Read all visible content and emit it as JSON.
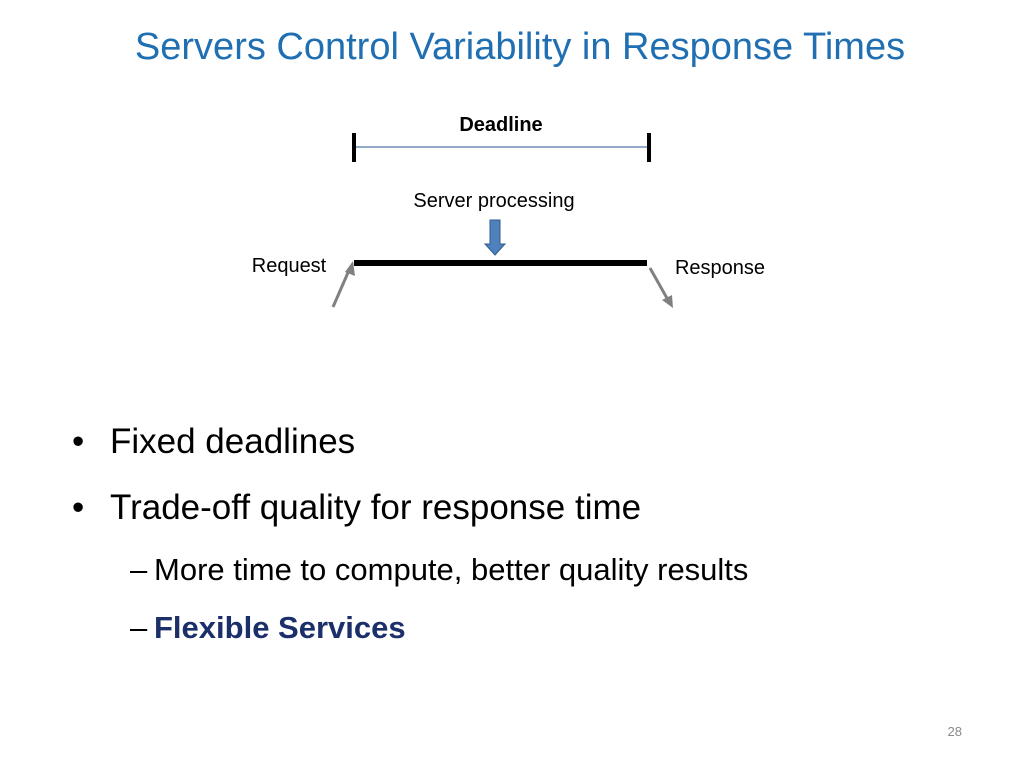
{
  "slide": {
    "title": "Servers Control Variability in Response Times",
    "page_number": "28"
  },
  "diagram": {
    "deadline_label": "Deadline",
    "server_processing_label": "Server processing",
    "request_label": "Request",
    "response_label": "Response",
    "colors": {
      "deadline_line": "#6f8fb3",
      "arrow_down_fill": "#4f81bd",
      "arrow_down_stroke": "#2f5a8e",
      "gray_arrow": "#808080"
    }
  },
  "bullets": [
    {
      "text": "Fixed deadlines"
    },
    {
      "text": "Trade-off quality for response time"
    }
  ],
  "sub_bullets": [
    {
      "text": "More time to compute, better quality results"
    },
    {
      "text": "Flexible Services"
    }
  ],
  "glyphs": {
    "bullet": "•",
    "dash": "–"
  }
}
